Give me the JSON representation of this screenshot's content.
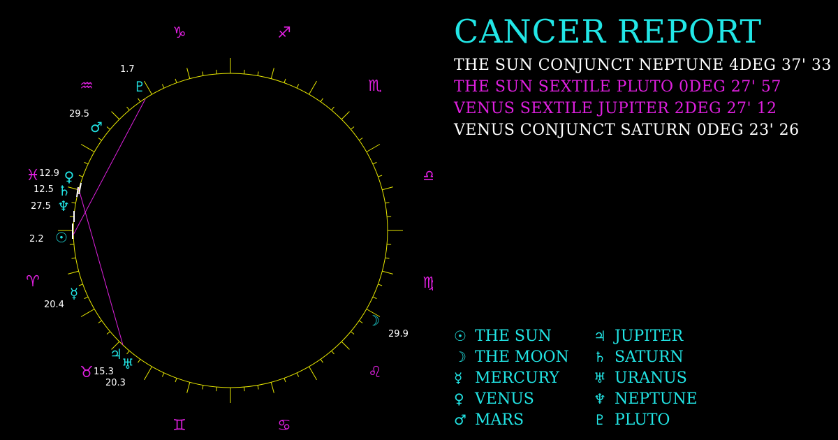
{
  "title": "CANCER REPORT",
  "colors": {
    "cyan": "#22e6e6",
    "magenta": "#e020e0",
    "white": "#ffffff",
    "wheel": "#e8e800"
  },
  "aspects": [
    {
      "text": "THE SUN CONJUNCT NEPTUNE 4DEG 37' 33",
      "color": "white"
    },
    {
      "text": "THE SUN SEXTILE PLUTO 0DEG 27' 57",
      "color": "magenta"
    },
    {
      "text": "VENUS SEXTILE JUPITER 2DEG 27' 12",
      "color": "magenta"
    },
    {
      "text": "VENUS CONJUNCT SATURN 0DEG 23' 26",
      "color": "white"
    }
  ],
  "legend": [
    {
      "glyph": "☉",
      "label": "THE SUN"
    },
    {
      "glyph": "☽",
      "label": "THE MOON"
    },
    {
      "glyph": "☿",
      "label": "MERCURY"
    },
    {
      "glyph": "♀",
      "label": "VENUS"
    },
    {
      "glyph": "♂",
      "label": "MARS"
    },
    {
      "glyph": "♃",
      "label": "JUPITER"
    },
    {
      "glyph": "♄",
      "label": "SATURN"
    },
    {
      "glyph": "♅",
      "label": "URANUS"
    },
    {
      "glyph": "♆",
      "label": "NEPTUNE"
    },
    {
      "glyph": "♇",
      "label": "PLUTO"
    }
  ],
  "zodiac": [
    {
      "name": "aries",
      "glyph": "♈"
    },
    {
      "name": "taurus",
      "glyph": "♉"
    },
    {
      "name": "gemini",
      "glyph": "♊"
    },
    {
      "name": "cancer",
      "glyph": "♋"
    },
    {
      "name": "leo",
      "glyph": "♌"
    },
    {
      "name": "virgo",
      "glyph": "♍"
    },
    {
      "name": "libra",
      "glyph": "♎"
    },
    {
      "name": "scorpio",
      "glyph": "♏"
    },
    {
      "name": "sagittarius",
      "glyph": "♐"
    },
    {
      "name": "capricorn",
      "glyph": "♑"
    },
    {
      "name": "aquarius",
      "glyph": "♒"
    },
    {
      "name": "pisces",
      "glyph": "♓"
    }
  ],
  "planets": [
    {
      "name": "sun",
      "glyph": "☉",
      "degree_label": "2.2"
    },
    {
      "name": "neptune",
      "glyph": "♆",
      "degree_label": "27.5"
    },
    {
      "name": "saturn",
      "glyph": "♄",
      "degree_label": "12.5"
    },
    {
      "name": "venus",
      "glyph": "♀",
      "degree_label": "12.9"
    },
    {
      "name": "mars",
      "glyph": "♂",
      "degree_label": "29.5"
    },
    {
      "name": "pluto",
      "glyph": "♇",
      "degree_label": "1.7"
    },
    {
      "name": "mercury",
      "glyph": "☿",
      "degree_label": "20.4"
    },
    {
      "name": "jupiter",
      "glyph": "♃",
      "degree_label": "15.3"
    },
    {
      "name": "uranus",
      "glyph": "♅",
      "degree_label": "20.3"
    },
    {
      "name": "moon",
      "glyph": "☽",
      "degree_label": "29.9"
    }
  ]
}
